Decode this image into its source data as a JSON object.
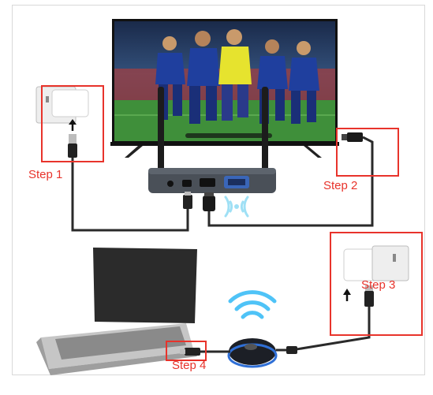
{
  "steps": [
    {
      "label": "Step 1"
    },
    {
      "label": "Step 2"
    },
    {
      "label": "Step 3"
    },
    {
      "label": "Step 4"
    }
  ],
  "colors": {
    "step_red": "#e8332b",
    "cable": "#2a2a2a",
    "wifi_blue": "#4fc3f7",
    "receiver_body": "#4a5058",
    "dongle_body": "#1c1f26",
    "dongle_ring": "#2f6fd6",
    "jersey": "#1f3f9e",
    "jersey_alt": "#e6e32e",
    "pitch": "#3f8f3a"
  },
  "icons": [
    "power-adapter-icon",
    "usb-plug-icon",
    "hdmi-plug-icon",
    "wifi-icon",
    "up-arrow-icon"
  ]
}
